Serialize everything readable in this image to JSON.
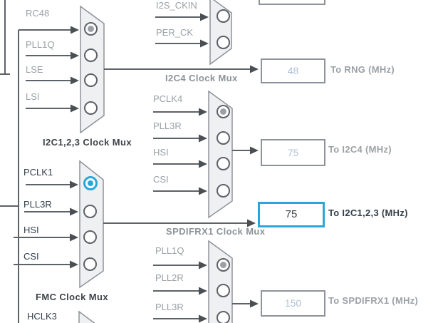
{
  "view": "clock-configuration",
  "muxes": {
    "rng": {
      "inputs": [
        "RC48",
        "PLL1Q",
        "LSE",
        "LSI"
      ],
      "selected": 0
    },
    "per": {
      "inputs": [
        "I2S_CKIN",
        "PER_CK"
      ],
      "selected": -1
    },
    "i2c4": {
      "title": "I2C4 Clock Mux",
      "inputs": [
        "PCLK4",
        "PLL3R",
        "HSI",
        "CSI"
      ],
      "selected": 0
    },
    "i2c123": {
      "title": "I2C1,2,3 Clock Mux",
      "inputs": [
        "PCLK1",
        "PLL3R",
        "HSI",
        "CSI"
      ],
      "selected": 0
    },
    "spdifrx1": {
      "title": "SPDIFRX1 Clock Mux",
      "inputs": [
        "PLL1Q",
        "PLL2R",
        "PLL3R"
      ],
      "selected": 0
    },
    "fmc": {
      "title": "FMC Clock Mux",
      "inputs": [
        "HCLK3"
      ]
    }
  },
  "outputs": {
    "rng": {
      "value": "48",
      "label": "To RNG (MHz)",
      "highlighted": false
    },
    "i2c4": {
      "value": "75",
      "label": "To I2C4 (MHz)",
      "highlighted": false
    },
    "i2c123": {
      "value": "75",
      "label": "To I2C1,2,3 (MHz)",
      "highlighted": true
    },
    "spdifrx1": {
      "value": "150",
      "label": "To SPDIFRX1 (MHz)",
      "highlighted": false
    }
  },
  "colors": {
    "accent_blue": "#2aa7d9",
    "value_text": "#b0c1d6",
    "gray_label": "#9ba1a6",
    "dark_label": "#32404c",
    "mux_fill": "#eef0f2",
    "mux_border": "#8d939a",
    "wire": "#5d6268"
  }
}
